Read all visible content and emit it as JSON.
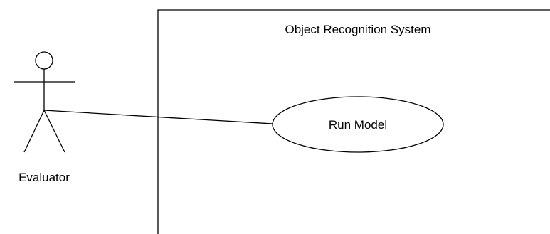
{
  "diagram": {
    "system_title": "Object Recognition System",
    "actor_label": "Evaluator",
    "use_case_label": "Run Model"
  },
  "colors": {
    "stroke": "#000000",
    "background": "#ffffff"
  }
}
